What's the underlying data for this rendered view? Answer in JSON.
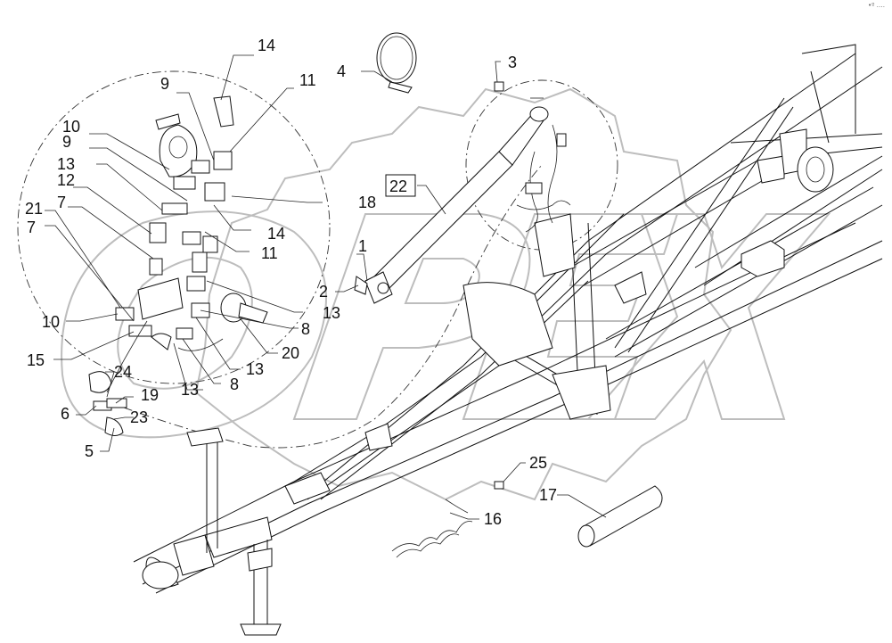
{
  "corner_mark": "•º ‥‥",
  "watermark": {
    "text": "OPEX",
    "color": "#bdbdbd"
  },
  "callouts": [
    {
      "id": "c14a",
      "text": "14"
    },
    {
      "id": "c9a",
      "text": "9"
    },
    {
      "id": "c11a",
      "text": "11"
    },
    {
      "id": "c10a",
      "text": "10"
    },
    {
      "id": "c9b",
      "text": "9"
    },
    {
      "id": "c13a",
      "text": "13"
    },
    {
      "id": "c12",
      "text": "12"
    },
    {
      "id": "c21",
      "text": "21"
    },
    {
      "id": "c7a",
      "text": "7"
    },
    {
      "id": "c7b",
      "text": "7"
    },
    {
      "id": "c18",
      "text": "18"
    },
    {
      "id": "c14b",
      "text": "14"
    },
    {
      "id": "c11b",
      "text": "11"
    },
    {
      "id": "c4",
      "text": "4"
    },
    {
      "id": "c3",
      "text": "3"
    },
    {
      "id": "c22",
      "text": "22"
    },
    {
      "id": "c1",
      "text": "1"
    },
    {
      "id": "c2",
      "text": "2"
    },
    {
      "id": "c13b",
      "text": "13"
    },
    {
      "id": "c8a",
      "text": "8"
    },
    {
      "id": "c20",
      "text": "20"
    },
    {
      "id": "c10b",
      "text": "10"
    },
    {
      "id": "c15",
      "text": "15"
    },
    {
      "id": "c13c",
      "text": "13"
    },
    {
      "id": "c13d",
      "text": "13"
    },
    {
      "id": "c8b",
      "text": "8"
    },
    {
      "id": "c24",
      "text": "24"
    },
    {
      "id": "c19",
      "text": "19"
    },
    {
      "id": "c6",
      "text": "6"
    },
    {
      "id": "c23",
      "text": "23"
    },
    {
      "id": "c5",
      "text": "5"
    },
    {
      "id": "c25",
      "text": "25"
    },
    {
      "id": "c17",
      "text": "17"
    },
    {
      "id": "c16",
      "text": "16"
    }
  ]
}
